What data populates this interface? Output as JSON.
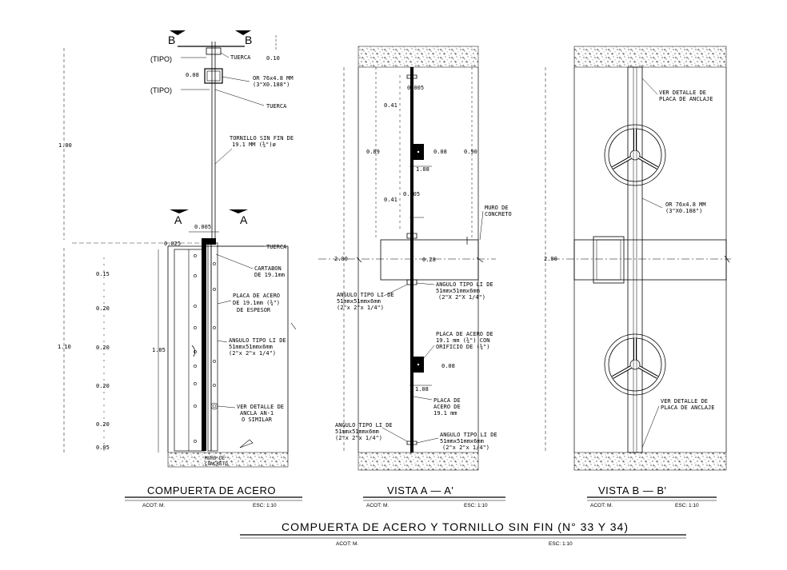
{
  "view1": {
    "section_b_left": "B",
    "section_b_right": "B",
    "section_a_left": "A",
    "section_a_right": "A",
    "tipo_top": "(TIPO)",
    "tipo_bottom": "(TIPO)",
    "tuerca_top": "TUERCA",
    "tuerca_mid": "TUERCA",
    "tuerca_low": "TUERCA",
    "dim_010": "0.10",
    "dim_008": "0.08",
    "or_line1": "OR 76x4.8 MM",
    "or_line2": "(3\"X0.188\")",
    "tornillo_line1": "TORNILLO SIN FIN DE",
    "tornillo_line2": "19.1 MM (¾\")ø",
    "dim_100": "1.00",
    "dim_0005": "0.005",
    "dim_0025": "0.025",
    "cartabon_line1": "CARTABON",
    "cartabon_line2": "DE 19.1mm",
    "placa_line1": "PLACA DE ACERO",
    "placa_line2": "DE 19.1mm (¾\")",
    "placa_line3": "DE ESPESOR",
    "angulo_line1": "ANGULO TIPO LI DE",
    "angulo_line2": "51mmx51mmx6mm",
    "angulo_line3": "(2\"x 2\"x 1/4\")",
    "ver_line1": "VER DETALLE DE",
    "ver_line2": "ANCLA AN-1",
    "ver_line3": "O SIMILAR",
    "muro_line1": "MURO DE",
    "muro_line2": "CONCRETO",
    "dim_110": "1.10",
    "dim_105": "1.05",
    "dims_stack": [
      "0.15",
      "0.20",
      "0.20",
      "0.20",
      "0.20",
      "0.05"
    ],
    "title": "COMPUERTA DE ACERO",
    "acot": "ACOT: M.",
    "esc": "ESC: 1:10"
  },
  "view2": {
    "dim_0005a": "0.005",
    "dim_041a": "0.41",
    "dim_089": "0.89",
    "dim_008a": "0.08",
    "dim_090": "0.90",
    "dim_108a": "1.08",
    "dim_0005b": "0.005",
    "dim_041b": "0.41",
    "muro_line1": "MURO DE",
    "muro_line2": "CONCRETO",
    "dim_200": "2.00",
    "dim_028": "0.28",
    "angulo_left_1": "ANGULO TIPO LI DE",
    "angulo_left_2": "51mmx51mmx6mm",
    "angulo_left_3": "(2\"x 2\"x 1/4\")",
    "angulo_right_1": "ANGULO TIPO LI DE",
    "angulo_right_2": "51mmx51mmx6mm",
    "angulo_right_3": "(2\"X 2\"X 1/4\")",
    "placa_orif_1": "PLACA DE ACERO DE",
    "placa_orif_2": "19.1 mm (¾\") CON",
    "placa_orif_3": "ORIFICIO DE (¾\")",
    "dim_008b": "0.08",
    "dim_108b": "1.08",
    "placa_line1": "PLACA DE",
    "placa_line2": "ACERO DE",
    "placa_line3": "19.1 mm",
    "angulo_bl_1": "ANGULO TIPO LI DE",
    "angulo_bl_2": "51mmx51mmx6mm",
    "angulo_bl_3": "(2\"x 2\"x 1/4\")",
    "angulo_br_1": "ANGULO TIPO LI DE",
    "angulo_br_2": "51mmx51mmx6mm",
    "angulo_br_3": "(2\"x 2\"x 1/4\")",
    "title": "VISTA   A  —  A'",
    "acot": "ACOT: M.",
    "esc": "ESC: 1:10"
  },
  "view3": {
    "ver_top_1": "VER DETALLE DE",
    "ver_top_2": "PLACA DE ANCLAJE",
    "or_line1": "OR 76x4.8 MM",
    "or_line2": "(3\"X0.188\")",
    "dim_200": "2.00",
    "ver_bot_1": "VER DETALLE DE",
    "ver_bot_2": "PLACA DE ANCLAJE",
    "title": "VISTA   B  —  B'",
    "acot": "ACOT: M.",
    "esc": "ESC: 1:10"
  },
  "sheet": {
    "title": "COMPUERTA DE ACERO Y TORNILLO SIN FIN (N° 33 Y 34)",
    "acot": "ACOT: M.",
    "esc": "ESC: 1:10"
  }
}
